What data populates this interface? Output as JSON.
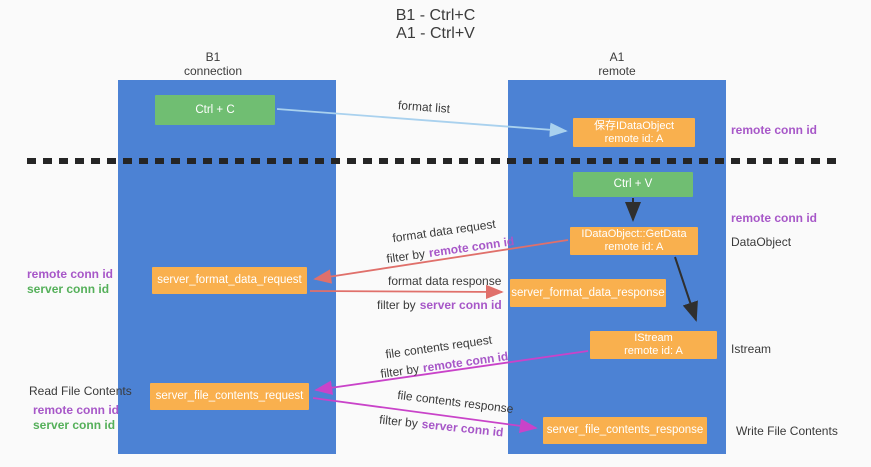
{
  "title": {
    "line1": "B1 - Ctrl+C",
    "line2": "A1 - Ctrl+V"
  },
  "columns": {
    "left": {
      "name": "B1",
      "subtitle": "connection"
    },
    "right": {
      "name": "A1",
      "subtitle": "remote"
    }
  },
  "boxes": {
    "ctrl_c": {
      "label": "Ctrl + C"
    },
    "saved_idataobject": {
      "line1": "保存IDataObject",
      "line2": "remote id: A"
    },
    "ctrl_v": {
      "label": "Ctrl + V"
    },
    "idataobject_getdata": {
      "line1": "IDataObject::GetData",
      "line2": "remote id: A"
    },
    "server_format_data_request": {
      "label": "server_format_data_request"
    },
    "server_format_data_response": {
      "label": "server_format_data_response"
    },
    "istream": {
      "line1": "IStream",
      "line2": "remote id: A"
    },
    "server_file_contents_request": {
      "label": "server_file_contents_request"
    },
    "server_file_contents_response": {
      "label": "server_file_contents_response"
    }
  },
  "arrow_labels": {
    "format_list": "format list",
    "format_data_request": "format data request",
    "format_data_response": "format data response",
    "file_contents_request": "file contents request",
    "file_contents_response": "file contents response",
    "filter_by": "filter by"
  },
  "side_labels": {
    "remote_conn_id": "remote conn id",
    "server_conn_id": "server conn id",
    "dataobject": "DataObject",
    "istream": "Istream",
    "read_file_contents": "Read File Contents",
    "write_file_contents": "Write File Contents"
  },
  "colors": {
    "column_blue": "#4c82d4",
    "box_green": "#70be72",
    "box_orange": "#f9b04e",
    "purple_text": "#a757c8",
    "green_text": "#55b05a",
    "arrow_red": "#e0706b",
    "arrow_magenta": "#c943c9",
    "arrow_light_blue": "#a9d1ee",
    "arrow_black": "#2f2f2f"
  }
}
